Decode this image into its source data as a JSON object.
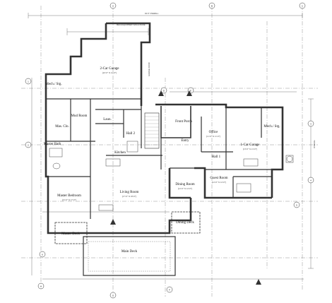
{
  "overall_dim": "94'-0\" OVERALL",
  "right_dim": "OVERALL",
  "notes": {
    "mech_enclosure": "MECH EQUIPMENT ENCLOSURE",
    "garage_door": "GARAGE DOOR"
  },
  "rooms": [
    {
      "id": "two-car-garage",
      "name": "2-Car Garage",
      "size": "(22'-0\" X 21'-0\")"
    },
    {
      "id": "mech-stg",
      "name": "Mech./ Stg.",
      "size": ""
    },
    {
      "id": "mud-room",
      "name": "Mud Room",
      "size": ""
    },
    {
      "id": "laun",
      "name": "Laun.",
      "size": ""
    },
    {
      "id": "mas-clo",
      "name": "Mas. Clo.",
      "size": ""
    },
    {
      "id": "hall-2",
      "name": "Hall 2",
      "size": ""
    },
    {
      "id": "master-bath",
      "name": "Master Bath",
      "size": ""
    },
    {
      "id": "kitchen",
      "name": "Kitchen",
      "size": ""
    },
    {
      "id": "front-porch",
      "name": "Front Porch",
      "size": ""
    },
    {
      "id": "entry",
      "name": "Entry",
      "size": ""
    },
    {
      "id": "office",
      "name": "Office",
      "size": "(11'-0\" X 11'-0\")"
    },
    {
      "id": "hall-1",
      "name": "Hall 1",
      "size": ""
    },
    {
      "id": "one-car-garage",
      "name": "1-Car Garage",
      "size": "(13'-0\" X 21'-0\")"
    },
    {
      "id": "mech-stg-2",
      "name": "Mech./ Stg.",
      "size": ""
    },
    {
      "id": "master-bedroom",
      "name": "Master Bedroom",
      "size": "(15'-0\" X 17'-0\")"
    },
    {
      "id": "living-room",
      "name": "Living Room",
      "size": "(17'-0\" X 18'-0\")"
    },
    {
      "id": "dining-room",
      "name": "Dining Room",
      "size": "(12'-0\" X 12'-0\")"
    },
    {
      "id": "guest-room",
      "name": "Guest Room",
      "size": "(12'-0\" X 12'-0\")"
    },
    {
      "id": "dining-deck",
      "name": "Dining Deck",
      "size": ""
    },
    {
      "id": "master-deck",
      "name": "Master Deck",
      "size": ""
    },
    {
      "id": "main-deck",
      "name": "Main Deck",
      "size": ""
    }
  ],
  "bubbles": [
    "A",
    "B",
    "C",
    "D",
    "E",
    "F",
    "G",
    "H",
    "1",
    "2",
    "3",
    "4",
    "5",
    "6"
  ]
}
